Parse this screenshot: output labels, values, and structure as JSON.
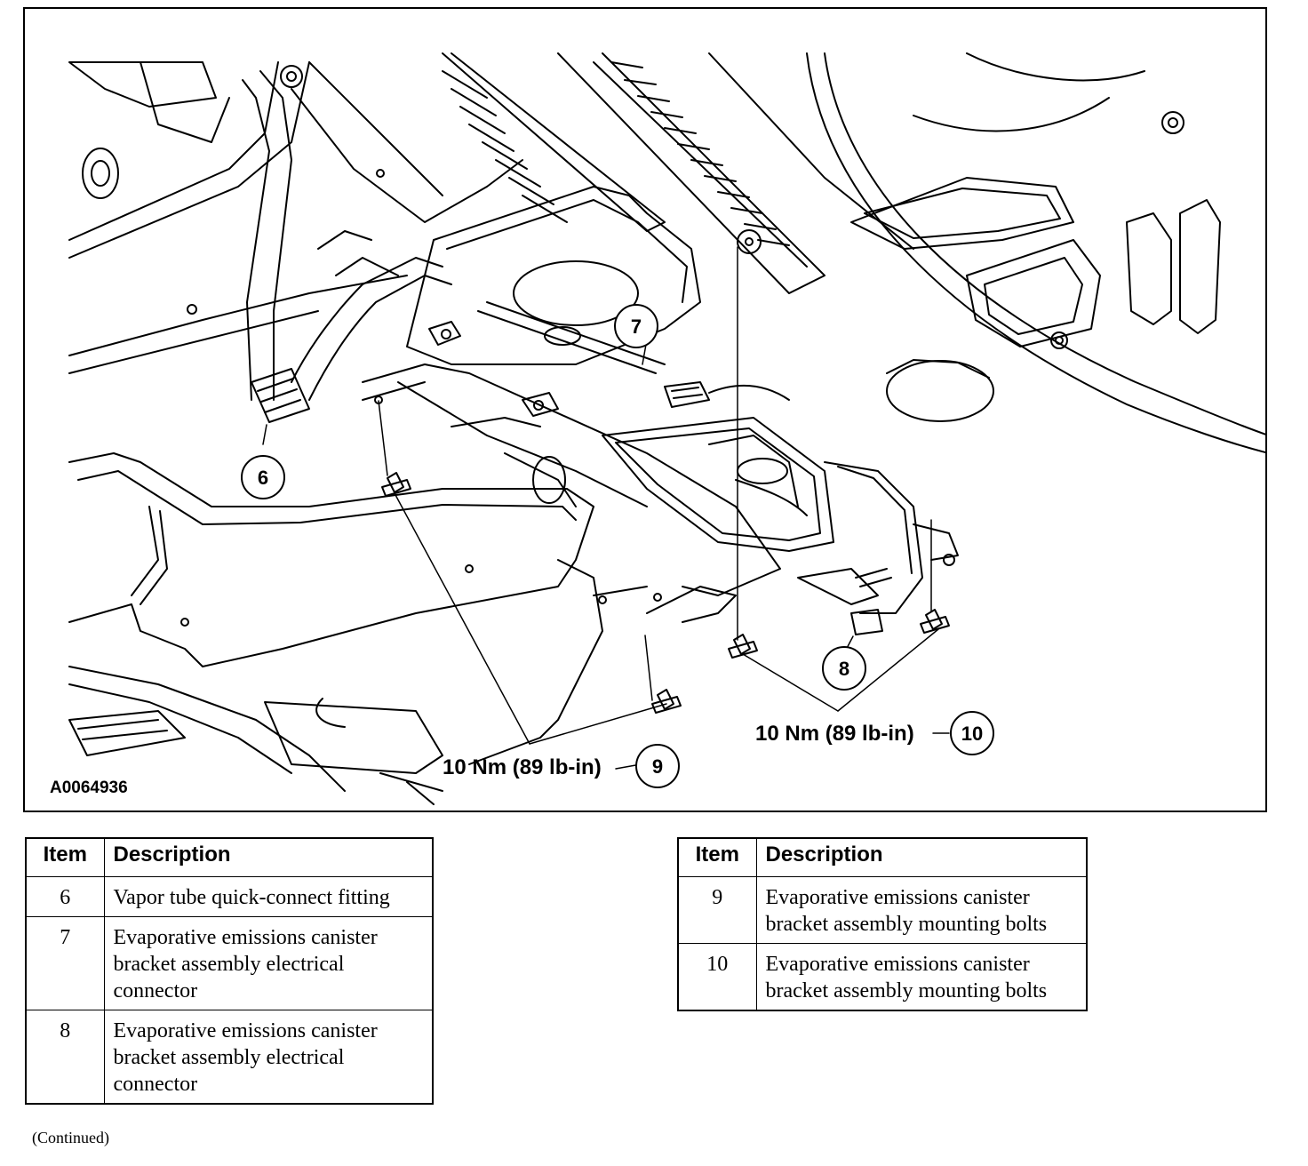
{
  "figure": {
    "id_label": "A0064936",
    "callouts": [
      {
        "number": "6"
      },
      {
        "number": "7"
      },
      {
        "number": "8"
      },
      {
        "number": "9",
        "torque": "10 Nm (89 lb-in)"
      },
      {
        "number": "10",
        "torque": "10 Nm (89 lb-in)"
      }
    ]
  },
  "legend_left": {
    "headers": {
      "item": "Item",
      "description": "Description"
    },
    "rows": [
      {
        "item": "6",
        "description": "Vapor tube quick-connect fitting"
      },
      {
        "item": "7",
        "description": "Evaporative emissions canister bracket assembly electrical connector"
      },
      {
        "item": "8",
        "description": "Evaporative emissions canister bracket assembly electrical connector"
      }
    ]
  },
  "legend_right": {
    "headers": {
      "item": "Item",
      "description": "Description"
    },
    "rows": [
      {
        "item": "9",
        "description": "Evaporative emissions canister bracket assembly mounting bolts"
      },
      {
        "item": "10",
        "description": "Evaporative emissions canister bracket assembly mounting bolts"
      }
    ]
  },
  "footer": {
    "continued": "(Continued)"
  }
}
